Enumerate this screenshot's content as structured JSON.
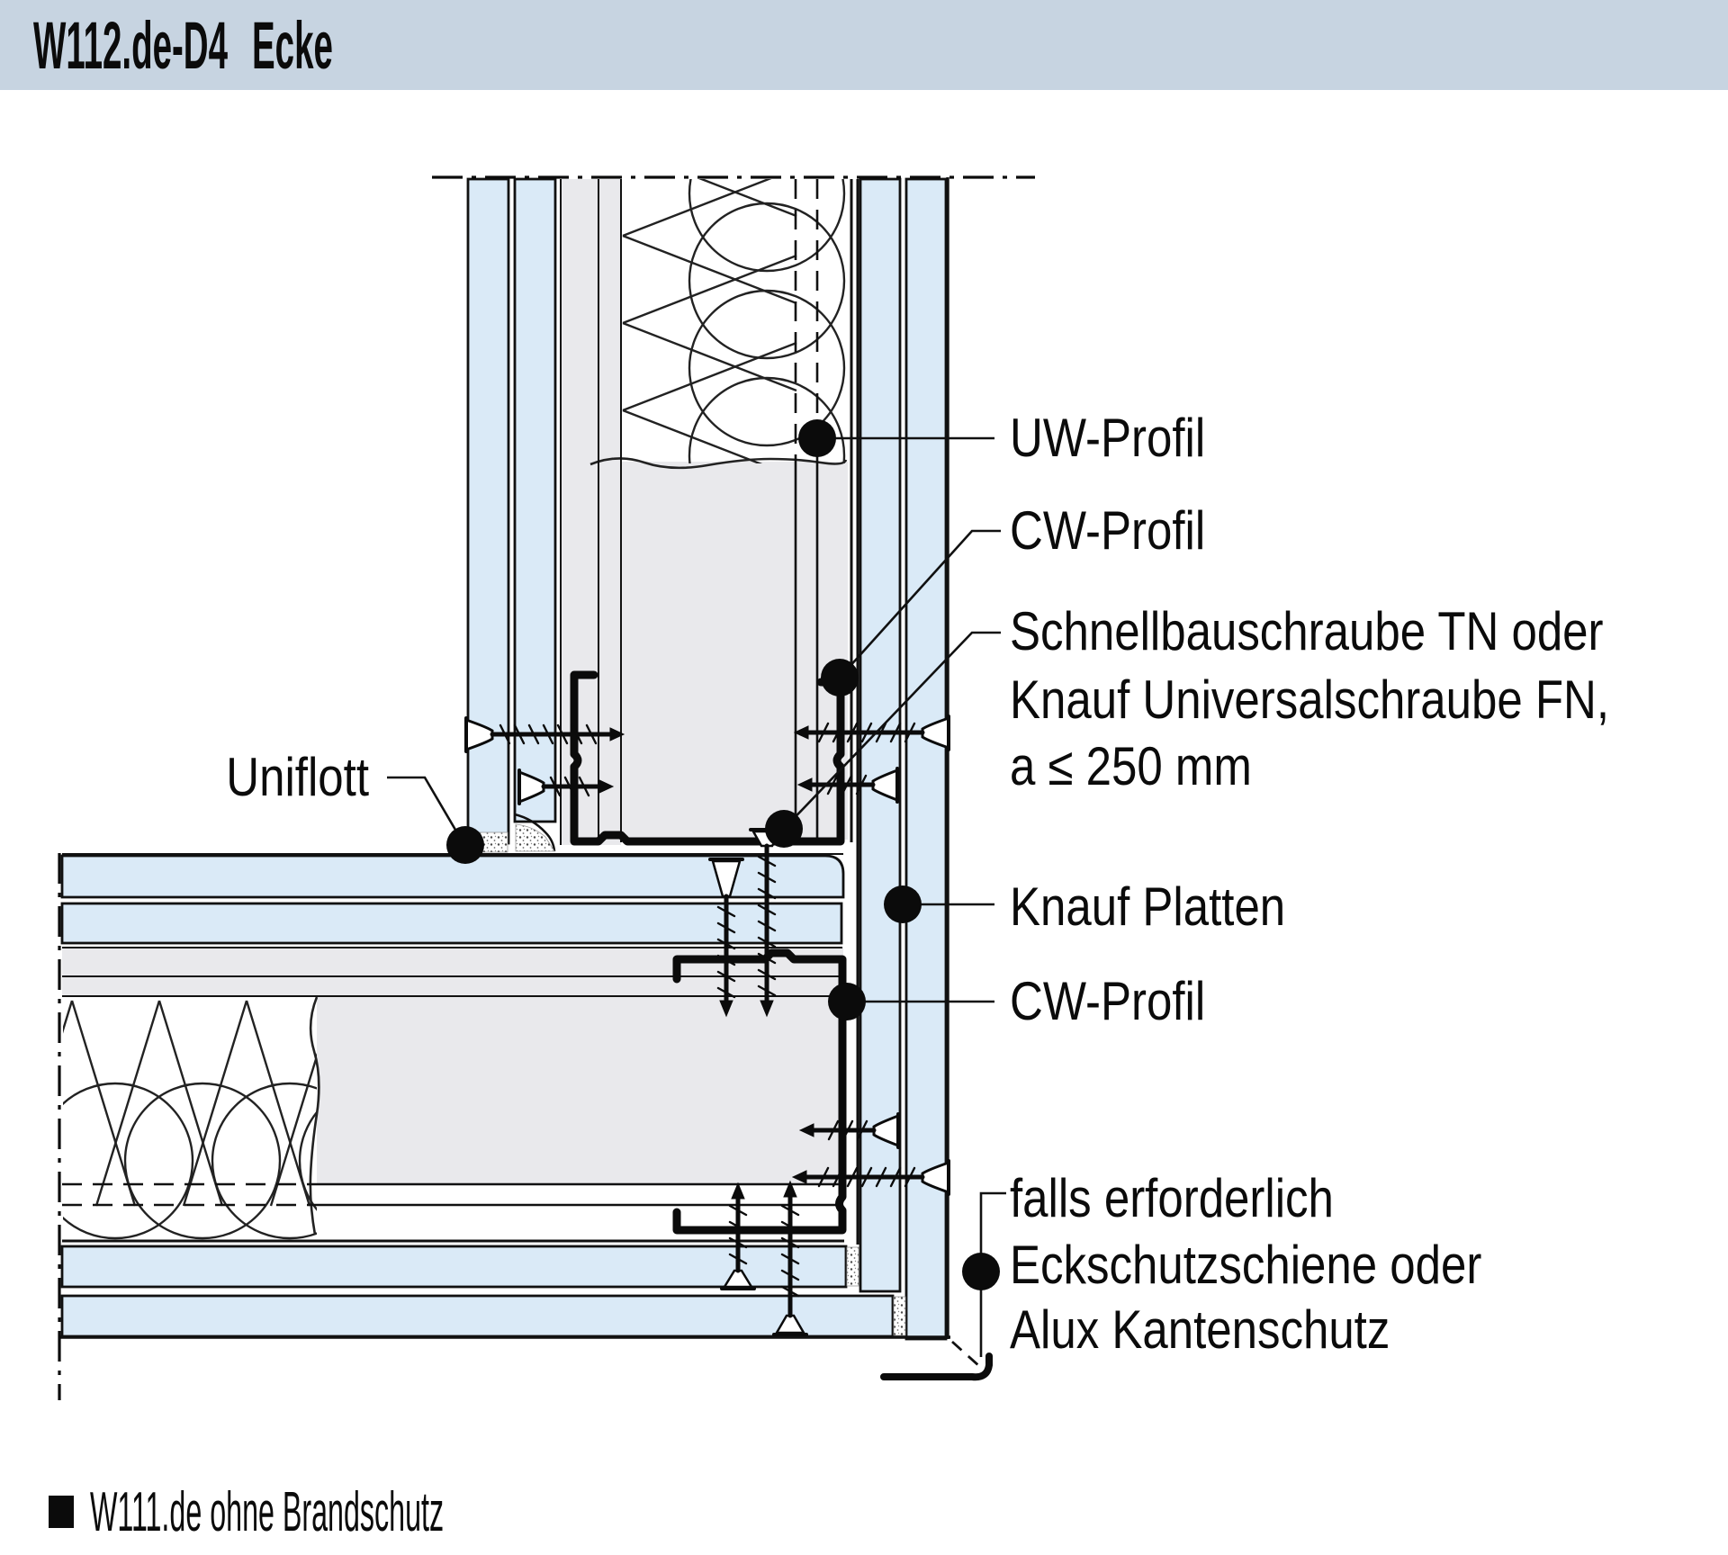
{
  "header": {
    "code": "W112.de-D4",
    "title": "Ecke"
  },
  "labels": {
    "uw_profil": "UW-Profil",
    "cw_profil_top": "CW-Profil",
    "schraube_line1": "Schnellbauschraube TN oder",
    "schraube_line2": "Knauf Universalschraube FN,",
    "schraube_line3": "a ≤ 250 mm",
    "uniflott": "Uniflott",
    "knauf_platten": "Knauf Platten",
    "cw_profil_bottom": "CW-Profil",
    "eckschutz_line1": "falls erforderlich",
    "eckschutz_line2": "Eckschutzschiene oder",
    "eckschutz_line3": "Alux Kantenschutz"
  },
  "footer": {
    "bullet": "filled-square",
    "note": "W111.de ohne Brandschutz"
  },
  "colors": {
    "header_bar": "#c7d4e1",
    "board_blue": "#daeaf7",
    "cavity_gray": "#e9e9ec",
    "line_black": "#0b0b0b",
    "background": "#ffffff"
  }
}
